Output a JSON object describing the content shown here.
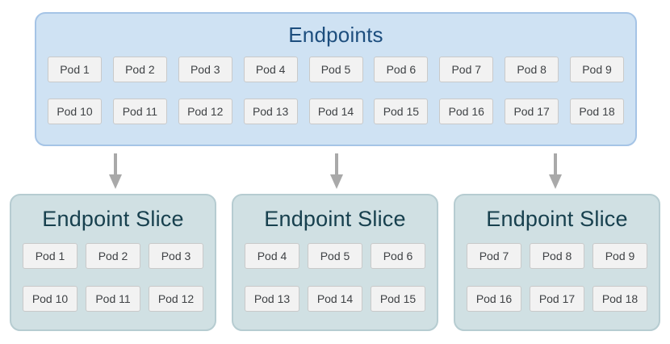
{
  "canvas": {
    "background": "#ffffff"
  },
  "endpoints": {
    "title": "Endpoints",
    "fill": "#cfe2f3",
    "border_color": "#a5c4e6",
    "title_color": "#1d4e7e",
    "pod_rows": [
      [
        "Pod 1",
        "Pod 2",
        "Pod 3",
        "Pod 4",
        "Pod 5",
        "Pod 6",
        "Pod 7",
        "Pod 8",
        "Pod 9"
      ],
      [
        "Pod 10",
        "Pod 11",
        "Pod 12",
        "Pod 13",
        "Pod 14",
        "Pod 15",
        "Pod 16",
        "Pod 17",
        "Pod 18"
      ]
    ]
  },
  "arrows": {
    "color": "#a9a9a9"
  },
  "slice_style": {
    "fill": "#d0e0e3",
    "border_color": "#b6ccd1",
    "title_color": "#17404e"
  },
  "pod_style": {
    "fill": "#f2f2f2",
    "border_color": "#c9c9c9",
    "text_color": "#3f4245"
  },
  "slices": [
    {
      "title": "Endpoint Slice",
      "pod_rows": [
        [
          "Pod 1",
          "Pod 2",
          "Pod 3"
        ],
        [
          "Pod 10",
          "Pod 11",
          "Pod 12"
        ]
      ]
    },
    {
      "title": "Endpoint Slice",
      "pod_rows": [
        [
          "Pod 4",
          "Pod 5",
          "Pod 6"
        ],
        [
          "Pod 13",
          "Pod 14",
          "Pod 15"
        ]
      ]
    },
    {
      "title": "Endpoint Slice",
      "pod_rows": [
        [
          "Pod 7",
          "Pod 8",
          "Pod 9"
        ],
        [
          "Pod 16",
          "Pod 17",
          "Pod 18"
        ]
      ]
    }
  ]
}
